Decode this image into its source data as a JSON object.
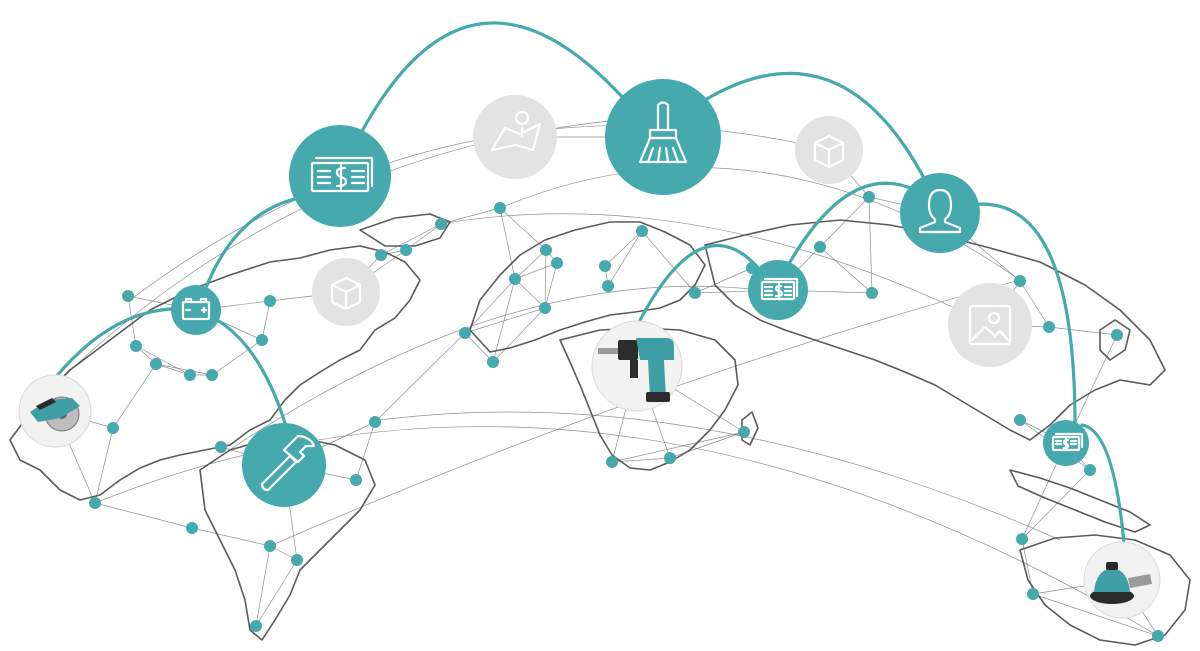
{
  "colors": {
    "accent": "#45a9ae",
    "neutral_hub": "#e3e3e3",
    "map_line": "#5a5a5a"
  },
  "hubs": [
    {
      "icon": "currency-note-icon",
      "style": "teal"
    },
    {
      "icon": "broom-icon",
      "style": "teal"
    },
    {
      "icon": "user-icon",
      "style": "teal"
    },
    {
      "icon": "battery-icon",
      "style": "teal"
    },
    {
      "icon": "hammer-icon",
      "style": "teal"
    },
    {
      "icon": "currency-note-small-icon",
      "style": "teal"
    },
    {
      "icon": "currency-note-small-icon",
      "style": "teal"
    },
    {
      "icon": "map-pin-icon",
      "style": "gray"
    },
    {
      "icon": "box-icon",
      "style": "gray"
    },
    {
      "icon": "box-icon",
      "style": "gray"
    },
    {
      "icon": "image-icon",
      "style": "gray"
    }
  ],
  "products": [
    {
      "icon": "circular-saw-icon"
    },
    {
      "icon": "rotary-hammer-drill-icon"
    },
    {
      "icon": "orbital-sander-icon"
    }
  ]
}
